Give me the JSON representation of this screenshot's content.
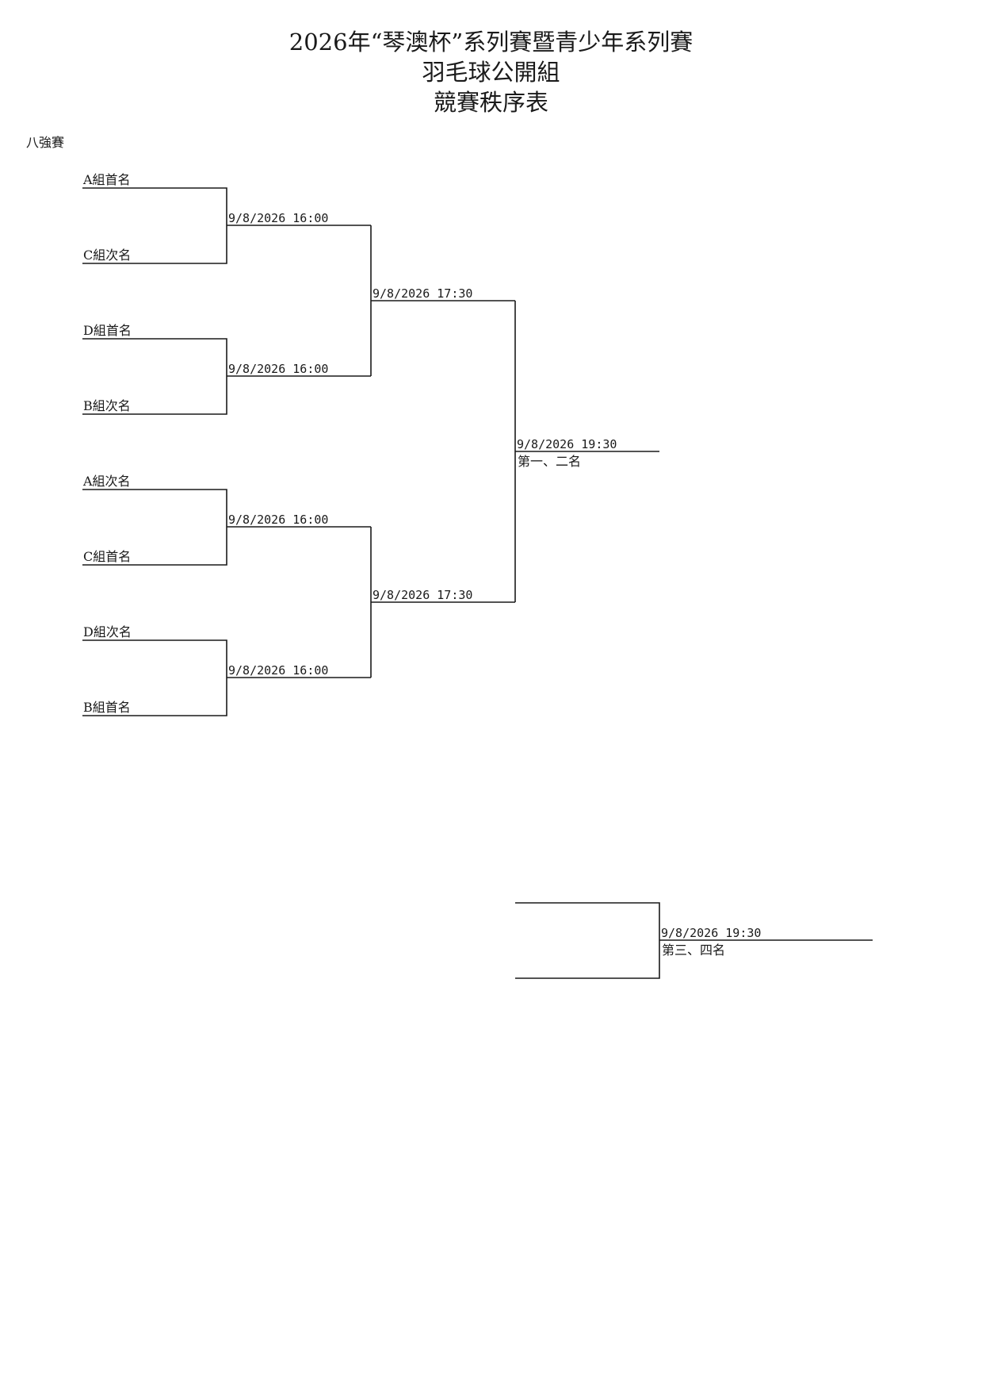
{
  "header": {
    "title_line1": "2026年“琴澳杯”系列賽暨青少年系列賽",
    "title_line2": "羽毛球公開組",
    "title_line3": "競賽秩序表"
  },
  "round_label": "八強賽",
  "teams": [
    "A組首名",
    "C組次名",
    "D組首名",
    "B組次名",
    "A組次名",
    "C組首名",
    "D組次名",
    "B組首名"
  ],
  "quarterfinals": [
    "9/8/2026 16:00",
    "9/8/2026 16:00",
    "9/8/2026 16:00",
    "9/8/2026 16:00"
  ],
  "semifinals": [
    "9/8/2026 17:30",
    "9/8/2026 17:30"
  ],
  "final": {
    "time": "9/8/2026 19:30",
    "label": "第一、二名"
  },
  "third_place": {
    "time": "9/8/2026 19:30",
    "label": "第三、四名"
  }
}
